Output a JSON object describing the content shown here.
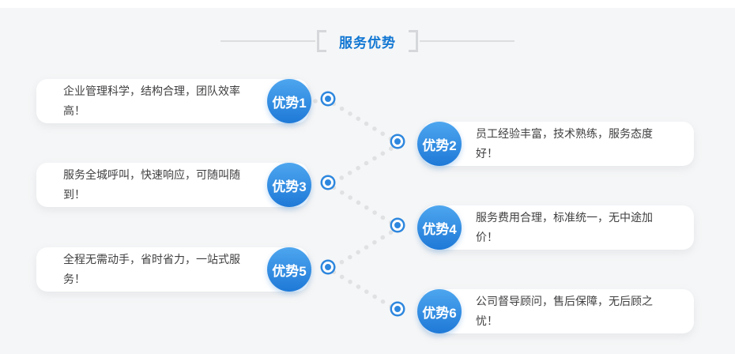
{
  "section": {
    "title": "服务优势"
  },
  "advantages": [
    {
      "badge_label": "优势1",
      "text": "企业管理科学，结构合理，团队效率高！",
      "side": "left"
    },
    {
      "badge_label": "优势2",
      "text": "员工经验丰富，技术熟练，服务态度好！",
      "side": "right"
    },
    {
      "badge_label": "优势3",
      "text": "服务全城呼叫，快速响应，可随叫随到！",
      "side": "left"
    },
    {
      "badge_label": "优势4",
      "text": "服务费用合理，标准统一，无中途加价！",
      "side": "right"
    },
    {
      "badge_label": "优势5",
      "text": "全程无需动手，省时省力，一站式服务！",
      "side": "left"
    },
    {
      "badge_label": "优势6",
      "text": "公司督导顾问，售后保障，无后顾之忧！",
      "side": "right"
    }
  ],
  "colors": {
    "title_blue": "#1277d3",
    "badge_blue_top": "#4ea6ef",
    "badge_blue_bottom": "#1e79d7",
    "node_blue": "#2e87de",
    "dot_gray": "#e0e1e2",
    "panel_gray": "#f5f6f7",
    "text_dark": "#404042"
  }
}
